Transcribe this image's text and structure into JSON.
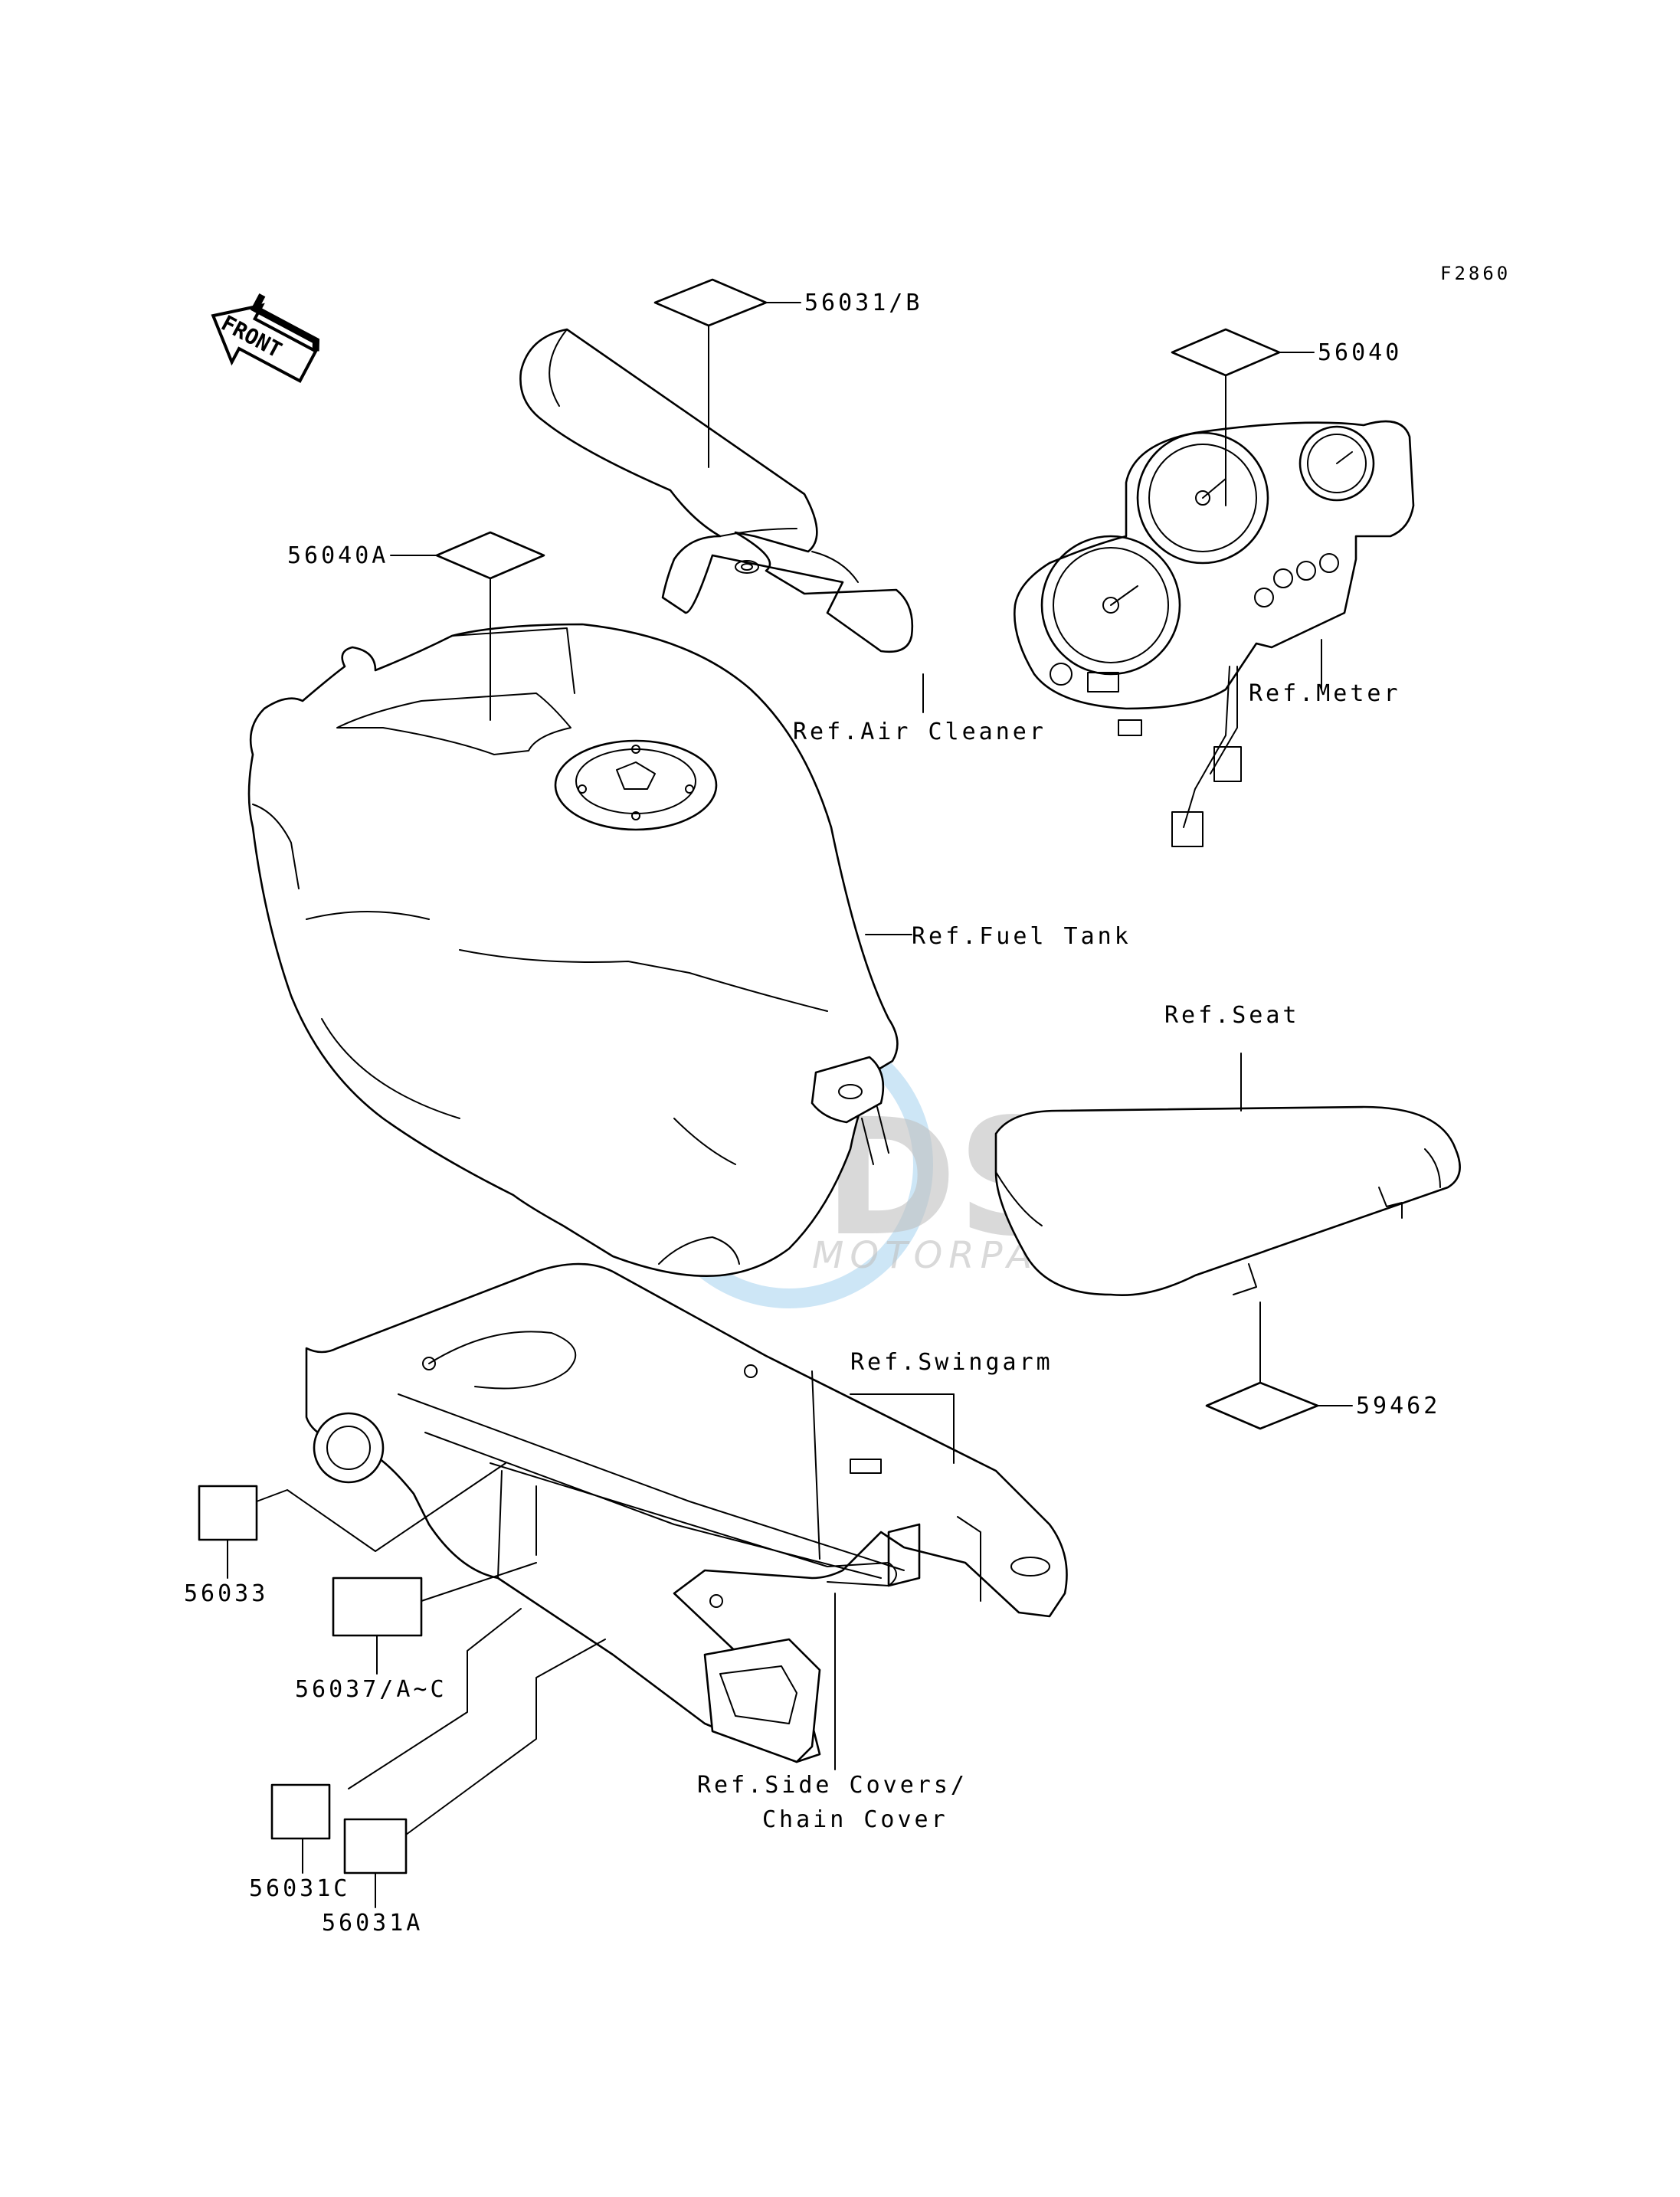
{
  "figure_code": "F2860",
  "front_arrow_text": "FRONT",
  "watermark": {
    "brand": "DSM",
    "subtitle": "MOTORPARTS",
    "globe_color": "#4aa3df",
    "text_color": "#9a9a9a"
  },
  "parts": {
    "p56031B": "56031/B",
    "p56040": "56040",
    "p56040A": "56040A",
    "p59462": "59462",
    "p56033": "56033",
    "p56037": "56037/A~C",
    "p56031C": "56031C",
    "p56031A": "56031A"
  },
  "refs": {
    "air_cleaner": "Ref.Air Cleaner",
    "meter": "Ref.Meter",
    "fuel_tank": "Ref.Fuel Tank",
    "seat": "Ref.Seat",
    "swingarm": "Ref.Swingarm",
    "side_covers_1": "Ref.Side Covers/",
    "side_covers_2": "Chain Cover"
  }
}
